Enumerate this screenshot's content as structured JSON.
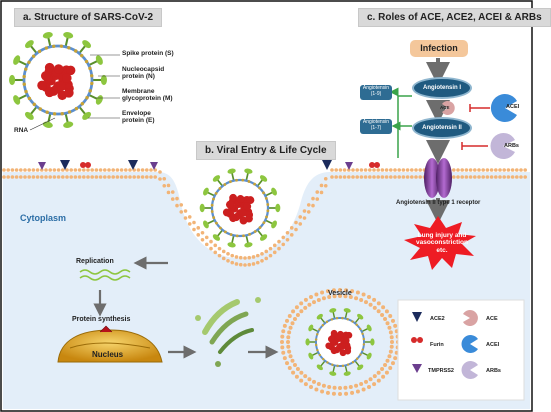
{
  "panels": {
    "a_title": "a. Structure of SARS-CoV-2",
    "b_title": "b. Viral Entry & Life Cycle",
    "c_title": "c. Roles of ACE, ACE2, ACEI & ARBs"
  },
  "structure_labels": {
    "spike": "Spike protein (S)",
    "nucleocapsid": "Nucleocapsid protein (N)",
    "membrane": "Membrane glycoprotein (M)",
    "envelope": "Envelope protein (E)",
    "rna": "RNA"
  },
  "lifecycle": {
    "cytoplasm": "Cytoplasm",
    "replication": "Replication",
    "protein_synthesis": "Protein synthesis",
    "nucleus": "Nucleus",
    "vesicle": "Vesicle"
  },
  "pathway": {
    "infection": "Infection",
    "angiotensin_i": "Angiotensin I",
    "angiotensin_ii": "Angiotensin II",
    "ang_1_9": "Angiotensin (1-9)",
    "ang_1_7": "Angiotensin (1-7)",
    "ace": "ACE",
    "acei": "ACEI",
    "arbs": "ARBs",
    "receptor": "Angiotensin II type 1 receptor",
    "outcome": "Lung injury and vasoconstriction etc."
  },
  "legend": {
    "ace2": "ACE2",
    "furin": "Furin",
    "tmprss2": "TMPRSS2",
    "ace": "ACE",
    "acei": "ACEI",
    "arbs": "ARBs"
  },
  "colors": {
    "spike": "#8dc63f",
    "rna": "#cc1f1f",
    "membrane_head": "#f2b477",
    "cytoplasm": "#e3eef9",
    "arrow": "#6d6d6d",
    "ace2": "#1b2b5c",
    "furin": "#d62b2b",
    "tmprss2": "#6b3e8e",
    "acei": "#3a8bd9",
    "arbs": "#c2b6d8",
    "receptor": "#6a2c7d"
  }
}
